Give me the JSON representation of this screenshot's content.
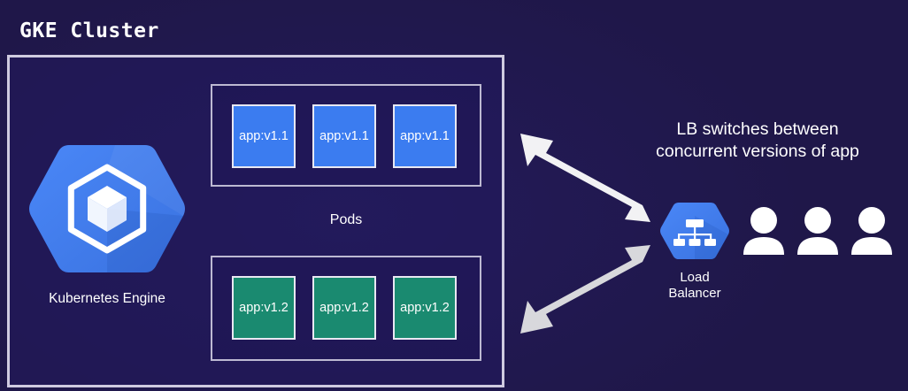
{
  "diagram": {
    "title": "GKE Cluster",
    "background_color": "#1f1749",
    "cluster": {
      "border_color": "#cfcbe0",
      "engine": {
        "icon": "kubernetes-engine-hexagon-icon",
        "label": "Kubernetes Engine",
        "color": "#4285f4"
      },
      "pods_label": "Pods",
      "pod_groups": [
        {
          "id": "v11",
          "version_color": "#3b7cf0",
          "pods": [
            {
              "label": "app:v1.1"
            },
            {
              "label": "app:v1.1"
            },
            {
              "label": "app:v1.1"
            }
          ]
        },
        {
          "id": "v12",
          "version_color": "#1a8a70",
          "pods": [
            {
              "label": "app:v1.2"
            },
            {
              "label": "app:v1.2"
            },
            {
              "label": "app:v1.2"
            }
          ]
        }
      ]
    },
    "annotation": {
      "line1": "LB switches between",
      "line2": "concurrent versions of app"
    },
    "load_balancer": {
      "icon": "load-balancer-hexagon-icon",
      "label_line1": "Load",
      "label_line2": "Balancer",
      "color": "#4285f4"
    },
    "users": {
      "icon": "user-person-icon",
      "count": 3,
      "color": "#ffffff"
    },
    "arrows": [
      {
        "id": "arrow-to-v11",
        "direction": "up-left",
        "color": "#f2f2f4"
      },
      {
        "id": "arrow-to-v12",
        "direction": "down-left",
        "color": "#d8d8dc"
      }
    ]
  }
}
